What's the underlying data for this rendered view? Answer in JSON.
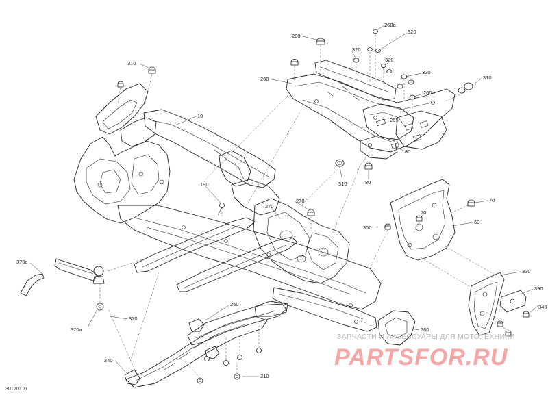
{
  "diagram": {
    "code": "30T20110",
    "watermark": {
      "caption": "ЗАПЧАСТИ И АКСЕССУАРЫ ДЛЯ МОТОТЕХНИКИ",
      "brand": "PARTSFOR.RU"
    },
    "callouts": [
      {
        "id": "c-280",
        "text": "280"
      },
      {
        "id": "c-260a-top",
        "text": "260a"
      },
      {
        "id": "c-320-a",
        "text": "320"
      },
      {
        "id": "c-320-b",
        "text": "320"
      },
      {
        "id": "c-320-c",
        "text": "320"
      },
      {
        "id": "c-320-d",
        "text": "320"
      },
      {
        "id": "c-310-left",
        "text": "310"
      },
      {
        "id": "c-260",
        "text": "260"
      },
      {
        "id": "c-310-right",
        "text": "310"
      },
      {
        "id": "c-260a-right",
        "text": "260a"
      },
      {
        "id": "c-10",
        "text": "10"
      },
      {
        "id": "c-265",
        "text": "265"
      },
      {
        "id": "c-80-a",
        "text": "80"
      },
      {
        "id": "c-80-b",
        "text": "80"
      },
      {
        "id": "c-310-mid",
        "text": "310"
      },
      {
        "id": "c-190",
        "text": "190"
      },
      {
        "id": "c-270-a",
        "text": "270"
      },
      {
        "id": "c-270-b",
        "text": "270"
      },
      {
        "id": "c-70-a",
        "text": "70"
      },
      {
        "id": "c-70-b",
        "text": "70"
      },
      {
        "id": "c-350",
        "text": "350"
      },
      {
        "id": "c-60",
        "text": "60"
      },
      {
        "id": "c-370c",
        "text": "370c"
      },
      {
        "id": "c-330",
        "text": "330"
      },
      {
        "id": "c-390",
        "text": "390"
      },
      {
        "id": "c-340",
        "text": "340"
      },
      {
        "id": "c-250",
        "text": "250"
      },
      {
        "id": "c-370a",
        "text": "370a"
      },
      {
        "id": "c-370",
        "text": "370"
      },
      {
        "id": "c-360",
        "text": "360"
      },
      {
        "id": "c-240",
        "text": "240"
      },
      {
        "id": "c-210",
        "text": "210"
      }
    ]
  }
}
